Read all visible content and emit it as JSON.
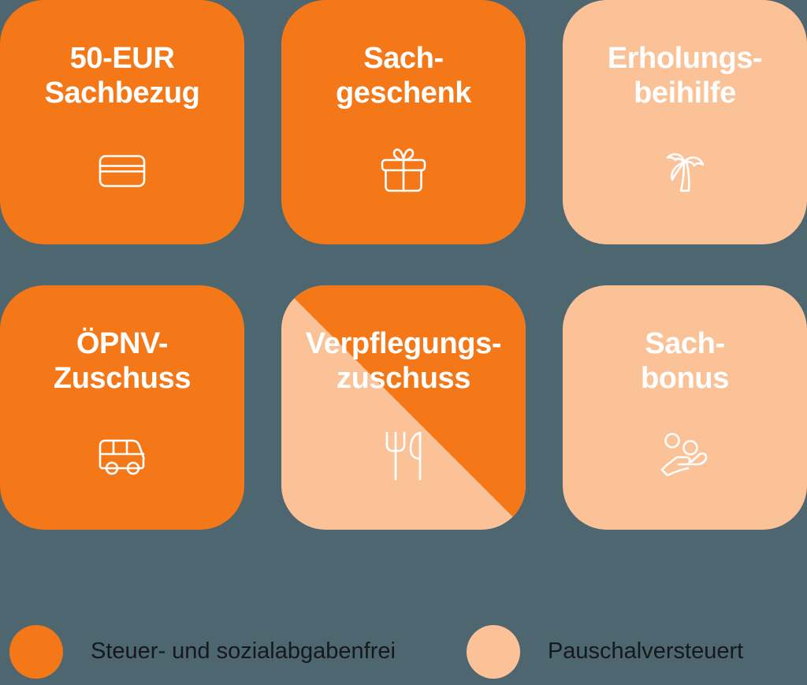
{
  "colors": {
    "background": "#4d6670",
    "tax_free": "#f57818",
    "flat_taxed": "#fbc197",
    "card_text": "#ffffff",
    "legend_text": "#15181c"
  },
  "cards": [
    {
      "title": "50-EUR\nSachbezug",
      "icon": "credit-card-icon",
      "category": "tax_free"
    },
    {
      "title": "Sach-\ngeschenk",
      "icon": "gift-icon",
      "category": "tax_free"
    },
    {
      "title": "Erholungs-\nbeihilfe",
      "icon": "palm-tree-icon",
      "category": "flat_taxed"
    },
    {
      "title": "ÖPNV-\nZuschuss",
      "icon": "bus-icon",
      "category": "tax_free"
    },
    {
      "title": "Verpflegungs-\nzuschuss",
      "icon": "cutlery-icon",
      "category": "both"
    },
    {
      "title": "Sach-\nbonus",
      "icon": "hand-coins-icon",
      "category": "flat_taxed"
    }
  ],
  "legend": {
    "items": [
      {
        "label": "Steuer- und sozialabgabenfrei",
        "swatch": "#f57818"
      },
      {
        "label": "Pauschalversteuert",
        "swatch": "#fbc197"
      }
    ]
  }
}
